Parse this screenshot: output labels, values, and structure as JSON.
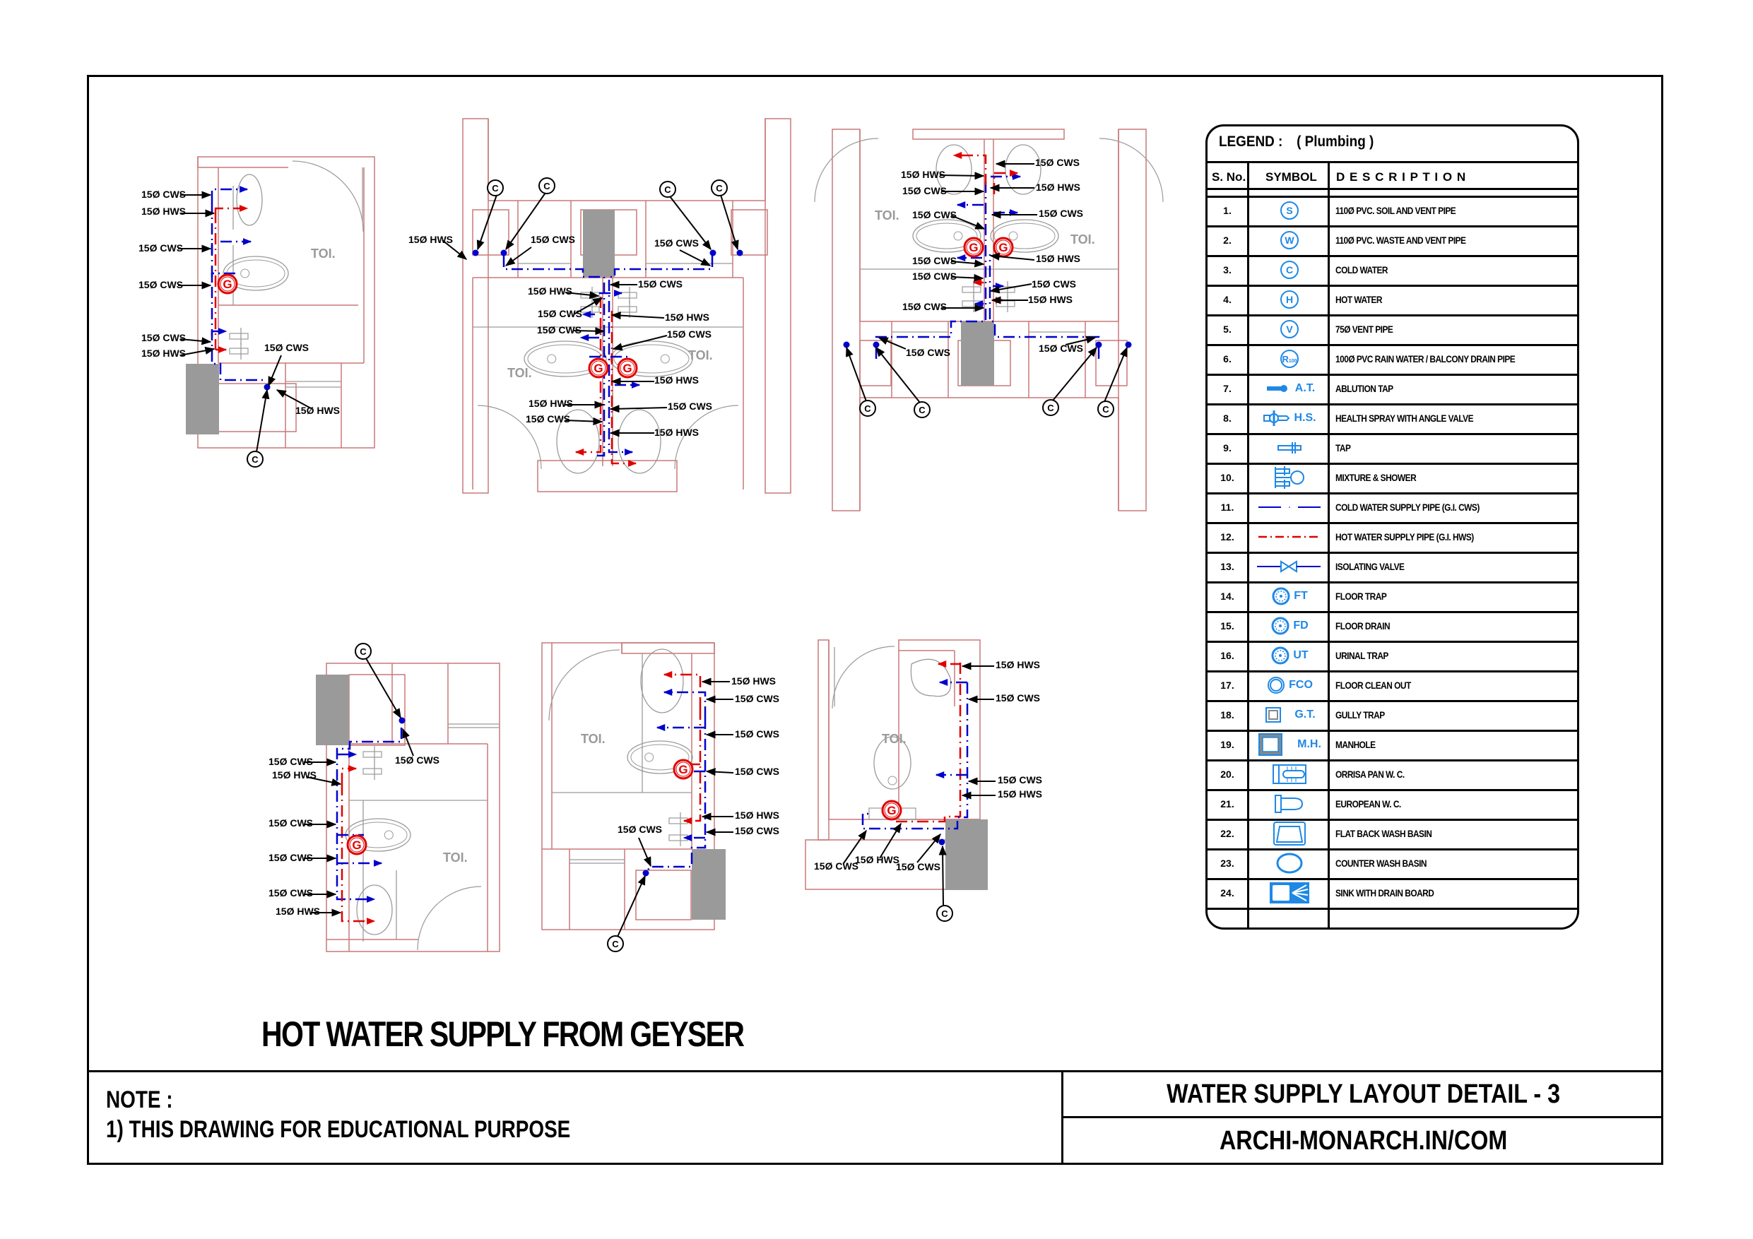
{
  "sheet": {
    "main_title": "HOT WATER SUPPLY FROM GEYSER",
    "note_heading": "NOTE :",
    "notes": [
      "1) THIS DRAWING FOR EDUCATIONAL PURPOSE"
    ],
    "drawing_title": "WATER SUPPLY LAYOUT DETAIL - 3",
    "website": "ARCHI-MONARCH.IN/COM"
  },
  "colors": {
    "cold_water": "#0000cc",
    "hot_water": "#e00000",
    "wall": "#c87878",
    "fixture": "#9a9a9a",
    "shaft": "#9a9a9a",
    "legend_symbol": "#1e88e5"
  },
  "legend": {
    "title": "LEGEND :",
    "subtitle": "( Plumbing )",
    "headers": {
      "sno": "S. No.",
      "symbol": "SYMBOL",
      "description": "D E S C R I P T I O N"
    },
    "items": [
      {
        "no": "1.",
        "symbol": "circle-letter",
        "glyph": "S",
        "tag": "",
        "description": "110Ø PVC. SOIL AND VENT PIPE"
      },
      {
        "no": "2.",
        "symbol": "circle-letter",
        "glyph": "W",
        "tag": "",
        "description": "110Ø PVC. WASTE AND VENT PIPE"
      },
      {
        "no": "3.",
        "symbol": "circle-letter",
        "glyph": "C",
        "tag": "",
        "description": "COLD WATER"
      },
      {
        "no": "4.",
        "symbol": "circle-letter",
        "glyph": "H",
        "tag": "",
        "description": "HOT WATER"
      },
      {
        "no": "5.",
        "symbol": "circle-letter",
        "glyph": "V",
        "tag": "",
        "description": "75Ø VENT PIPE"
      },
      {
        "no": "6.",
        "symbol": "circle-letter",
        "glyph": "R100",
        "tag": "",
        "description": "100Ø PVC RAIN WATER / BALCONY DRAIN PIPE"
      },
      {
        "no": "7.",
        "symbol": "ablution-tap",
        "glyph": "",
        "tag": "A.T.",
        "description": "ABLUTION TAP"
      },
      {
        "no": "8.",
        "symbol": "health-spray",
        "glyph": "",
        "tag": "H.S.",
        "description": "HEALTH SPRAY WITH ANGLE VALVE"
      },
      {
        "no": "9.",
        "symbol": "tap",
        "glyph": "",
        "tag": "",
        "description": "TAP"
      },
      {
        "no": "10.",
        "symbol": "mixture-shower",
        "glyph": "",
        "tag": "",
        "description": "MIXTURE & SHOWER"
      },
      {
        "no": "11.",
        "symbol": "cold-pipe",
        "glyph": "",
        "tag": "",
        "description": "COLD WATER SUPPLY PIPE (G.I. CWS)"
      },
      {
        "no": "12.",
        "symbol": "hot-pipe",
        "glyph": "",
        "tag": "",
        "description": "HOT WATER SUPPLY PIPE (G.I. HWS)"
      },
      {
        "no": "13.",
        "symbol": "isolating-valve",
        "glyph": "",
        "tag": "",
        "description": "ISOLATING VALVE"
      },
      {
        "no": "14.",
        "symbol": "trap",
        "glyph": "",
        "tag": "FT",
        "description": "FLOOR TRAP"
      },
      {
        "no": "15.",
        "symbol": "trap",
        "glyph": "",
        "tag": "FD",
        "description": "FLOOR DRAIN"
      },
      {
        "no": "16.",
        "symbol": "trap",
        "glyph": "",
        "tag": "UT",
        "description": "URINAL TRAP"
      },
      {
        "no": "17.",
        "symbol": "clean-out",
        "glyph": "",
        "tag": "FCO",
        "description": "FLOOR CLEAN OUT"
      },
      {
        "no": "18.",
        "symbol": "gully-trap",
        "glyph": "",
        "tag": "G.T.",
        "description": "GULLY TRAP"
      },
      {
        "no": "19.",
        "symbol": "manhole",
        "glyph": "",
        "tag": "M.H.",
        "description": "MANHOLE"
      },
      {
        "no": "20.",
        "symbol": "orissa-pan",
        "glyph": "",
        "tag": "",
        "description": "ORRISA PAN W. C."
      },
      {
        "no": "21.",
        "symbol": "european-wc",
        "glyph": "",
        "tag": "",
        "description": "EUROPEAN W. C."
      },
      {
        "no": "22.",
        "symbol": "flat-back-basin",
        "glyph": "",
        "tag": "",
        "description": "FLAT BACK WASH BASIN"
      },
      {
        "no": "23.",
        "symbol": "counter-basin",
        "glyph": "",
        "tag": "",
        "description": "COUNTER WASH BASIN"
      },
      {
        "no": "24.",
        "symbol": "sink-drain-board",
        "glyph": "",
        "tag": "",
        "description": "SINK WITH DRAIN BOARD"
      }
    ]
  },
  "drawings": {
    "room_label": "TOI.",
    "geyser_mark": "G",
    "cold_mark": "C",
    "cws_label": "15Ø CWS",
    "hws_label": "15Ø HWS",
    "plans": [
      {
        "id": "plan-1",
        "labels": [
          "15Ø CWS",
          "15Ø HWS",
          "15Ø CWS",
          "15Ø CWS",
          "15Ø CWS",
          "15Ø HWS",
          "15Ø CWS",
          "15Ø HWS"
        ]
      },
      {
        "id": "plan-2",
        "labels": [
          "15Ø HWS",
          "15Ø CWS",
          "15Ø CWS",
          "15Ø CWS",
          "15Ø HWS",
          "15Ø CWS",
          "15Ø HWS",
          "15Ø CWS",
          "15Ø CWS",
          "15Ø HWS",
          "15Ø HWS",
          "15Ø CWS",
          "15Ø CWS",
          "15Ø HWS"
        ]
      },
      {
        "id": "plan-3",
        "labels": [
          "15Ø HWS",
          "15Ø CWS",
          "15Ø CWS",
          "15Ø HWS",
          "15Ø CWS",
          "15Ø CWS",
          "15Ø CWS",
          "15Ø HWS",
          "15Ø CWS",
          "15Ø CWS",
          "15Ø HWS",
          "15Ø CWS",
          "15Ø CWS",
          "15Ø CWS"
        ]
      },
      {
        "id": "plan-4",
        "labels": [
          "15Ø CWS",
          "15Ø HWS",
          "15Ø CWS",
          "15Ø CWS",
          "15Ø CWS",
          "15Ø HWS",
          "15Ø CWS"
        ]
      },
      {
        "id": "plan-5",
        "labels": [
          "15Ø HWS",
          "15Ø CWS",
          "15Ø CWS",
          "15Ø CWS",
          "15Ø HWS",
          "15Ø CWS",
          "15Ø CWS"
        ]
      },
      {
        "id": "plan-6",
        "labels": [
          "15Ø HWS",
          "15Ø CWS",
          "15Ø CWS",
          "15Ø HWS",
          "15Ø CWS",
          "15Ø HWS",
          "15Ø CWS"
        ]
      }
    ]
  }
}
